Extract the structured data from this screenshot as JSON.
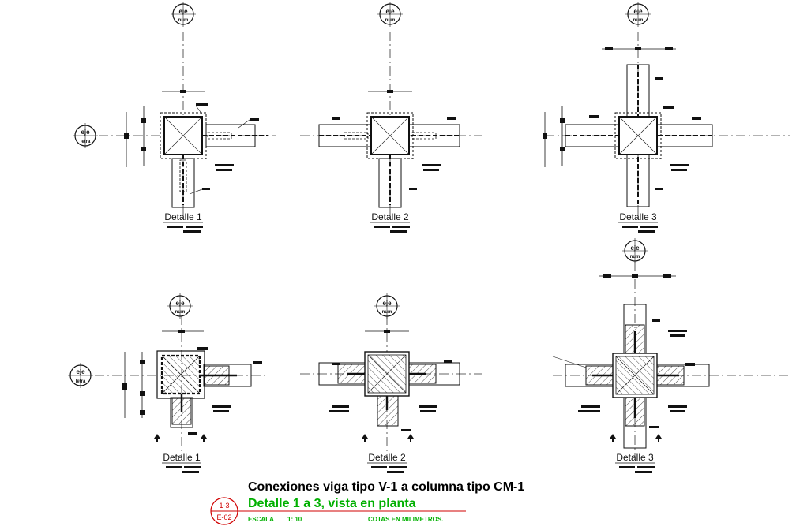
{
  "title": {
    "main": "Conexiones viga tipo V-1 a columna tipo  CM-1",
    "sub": "Detalle 1 a 3, vista en planta",
    "scale_label": "ESCALA",
    "scale_value": "1: 10",
    "units_note": "COTAS EN MILIMETROS."
  },
  "reference_bubble": {
    "top": "1-3",
    "bottom": "E-02"
  },
  "axis_bubbles": {
    "number_axis": {
      "line1": "eje",
      "line2": "num"
    },
    "letter_axis": {
      "line1": "eje",
      "line2": "letra"
    }
  },
  "details": [
    {
      "label": "Detalle 1"
    },
    {
      "label": "Detalle 2"
    },
    {
      "label": "Detalle 3"
    },
    {
      "label": "Detalle 1"
    },
    {
      "label": "Detalle 2"
    },
    {
      "label": "Detalle 3"
    }
  ],
  "colors": {
    "linework": "#111111",
    "title_green": "#00b000",
    "reference_red": "#d00000"
  }
}
